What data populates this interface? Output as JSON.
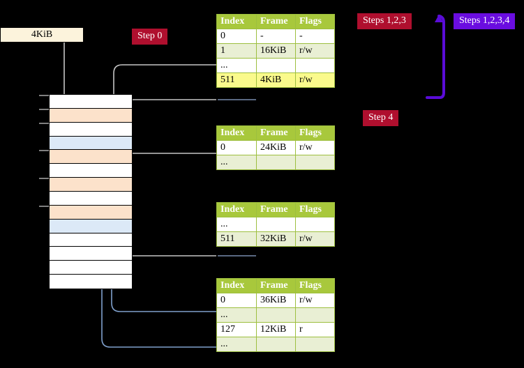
{
  "badges": [
    {
      "id": "step0",
      "label": "Step 0",
      "color": "#AF0F2E"
    },
    {
      "id": "steps123",
      "label": "Steps 1,2,3",
      "color": "#AF0F2E"
    },
    {
      "id": "steps1234",
      "label": "Steps 1,2,3,4",
      "color": "#6A0DE0"
    },
    {
      "id": "step4",
      "label": "Step 4",
      "color": "#AF0F2E"
    }
  ],
  "page_box": {
    "label": "4KiB",
    "fill": "#FCF3DC",
    "border": "#000000"
  },
  "memory": {
    "name": "physical-memory-column",
    "rows": [
      {
        "fill": "white",
        "tick": true
      },
      {
        "fill": "peach",
        "tick": true
      },
      {
        "fill": "white",
        "tick": true
      },
      {
        "fill": "blue",
        "tick": false
      },
      {
        "fill": "peach",
        "tick": true
      },
      {
        "fill": "white",
        "tick": false
      },
      {
        "fill": "peach",
        "tick": true
      },
      {
        "fill": "white",
        "tick": false
      },
      {
        "fill": "peach",
        "tick": true
      },
      {
        "fill": "blue",
        "tick": false
      },
      {
        "fill": "white",
        "tick": false
      },
      {
        "fill": "white",
        "tick": false
      },
      {
        "fill": "white",
        "tick": false
      },
      {
        "fill": "white",
        "tick": false
      }
    ],
    "colors": {
      "white": "#FFFFFF",
      "peach": "#FCE2CB",
      "blue": "#DCE9F7",
      "tick": "#808080"
    }
  },
  "tables": [
    {
      "id": "table-0",
      "name": "pml4-table",
      "headers": [
        "Index",
        "Frame",
        "Flags"
      ],
      "rows": [
        {
          "cells": [
            "0",
            "-",
            "-"
          ],
          "style": "plain",
          "highlight": [
            false,
            false,
            false
          ]
        },
        {
          "cells": [
            "1",
            "16KiB",
            "r/w"
          ],
          "style": "alt",
          "highlight": [
            false,
            false,
            false
          ]
        },
        {
          "cells": [
            "...",
            "",
            ""
          ],
          "style": "plain",
          "highlight": [
            false,
            false,
            false
          ]
        },
        {
          "cells": [
            "511",
            "4KiB",
            "r/w"
          ],
          "style": "alt",
          "highlight": [
            true,
            true,
            true
          ]
        }
      ]
    },
    {
      "id": "table-1",
      "name": "pdp-table",
      "headers": [
        "Index",
        "Frame",
        "Flags"
      ],
      "rows": [
        {
          "cells": [
            "0",
            "24KiB",
            "r/w"
          ],
          "style": "plain",
          "highlight": [
            false,
            false,
            false
          ]
        },
        {
          "cells": [
            "...",
            "",
            ""
          ],
          "style": "alt",
          "highlight": [
            false,
            false,
            false
          ]
        }
      ]
    },
    {
      "id": "table-2",
      "name": "pd-table",
      "headers": [
        "Index",
        "Frame",
        "Flags"
      ],
      "rows": [
        {
          "cells": [
            "...",
            "",
            ""
          ],
          "style": "plain",
          "highlight": [
            false,
            false,
            false
          ]
        },
        {
          "cells": [
            "511",
            "32KiB",
            "r/w"
          ],
          "style": "alt",
          "highlight": [
            false,
            false,
            false
          ]
        }
      ]
    },
    {
      "id": "table-3",
      "name": "pt-table",
      "headers": [
        "Index",
        "Frame",
        "Flags"
      ],
      "rows": [
        {
          "cells": [
            "0",
            "36KiB",
            "r/w"
          ],
          "style": "plain",
          "highlight": [
            false,
            false,
            false
          ]
        },
        {
          "cells": [
            "...",
            "",
            ""
          ],
          "style": "alt",
          "highlight": [
            false,
            false,
            false
          ]
        },
        {
          "cells": [
            "127",
            "12KiB",
            "r"
          ],
          "style": "plain",
          "highlight": [
            false,
            false,
            false
          ]
        },
        {
          "cells": [
            "...",
            "",
            ""
          ],
          "style": "alt",
          "highlight": [
            false,
            false,
            false
          ]
        }
      ]
    }
  ],
  "connector_colors": {
    "gray": "#C0C0C0",
    "blue": "#7FA0CC",
    "blue_arrow": "#4A7AB5",
    "violet": "#5A0CD8",
    "table_line": "#8FA8CF"
  },
  "table_theme": {
    "header_bg": "#A8C83C",
    "header_text": "#FFFFFF",
    "row_alt_bg": "#E9EFD4",
    "row_bg": "#FFFFFF",
    "border": "#9DBF3F",
    "highlight_bg": "#FAFA8C"
  },
  "background": "#000000"
}
